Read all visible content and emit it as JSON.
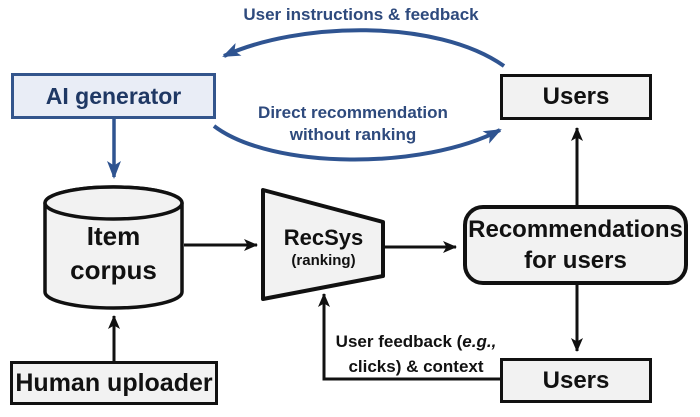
{
  "nodes": {
    "ai_generator": {
      "label": "AI generator"
    },
    "users_top": {
      "label": "Users"
    },
    "users_bottom": {
      "label": "Users"
    },
    "human_uploader": {
      "label": "Human uploader"
    },
    "item_corpus": {
      "line1": "Item",
      "line2": "corpus"
    },
    "recsys": {
      "title": "RecSys",
      "subtitle": "(ranking)"
    },
    "recommendations": {
      "line1": "Recommendations",
      "line2": "for users"
    }
  },
  "edges": {
    "user_instructions": {
      "label": "User instructions & feedback"
    },
    "direct_recommendation": {
      "line1": "Direct recommendation",
      "line2": "without ranking"
    },
    "user_feedback": {
      "line1_pre": "User feedback (",
      "line1_italic": "e.g.,",
      "line2": "clicks) & context"
    }
  },
  "colors": {
    "accent_text_blue": "#2e4a7d",
    "arrow_blue": "#2f5491",
    "ai_box_fill": "#e9edf6",
    "ai_box_border": "#33558c",
    "node_fill": "#f2f2f2",
    "line_black": "#111111"
  }
}
